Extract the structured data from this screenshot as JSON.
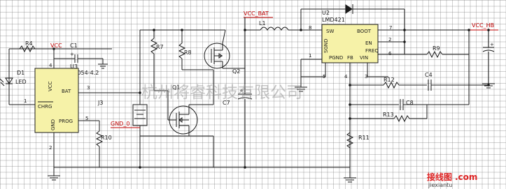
{
  "nets": {
    "vcc_bat": "VCC_BAT",
    "vcc_hb": "VCC_HB",
    "gnd_0": "GND_0",
    "vcc": "VCC"
  },
  "components": {
    "r4": "R4",
    "c1": "C1",
    "u3": "U3",
    "u3_part": "LTC4054-4.2",
    "d1": "D1",
    "d1_led": "LED",
    "r7": "R7",
    "r8": "R8",
    "q1": "Q1",
    "q2": "Q2",
    "j3": "J3",
    "r10": "R10",
    "c7": "C7",
    "l1": "L1",
    "u2": "U2",
    "u2_part": "LMD421",
    "r9": "R9",
    "c4": "C4",
    "r12": "R12",
    "c8": "C8",
    "r13": "R13",
    "r11": "R11"
  },
  "u3_pins": {
    "vcc": "VCC",
    "bat": "BAT",
    "chrg": "CHRG",
    "gnd": "GND",
    "prog": "PROG",
    "n4": "4",
    "n3": "3",
    "n1": "1",
    "n2": "2",
    "n5": "5"
  },
  "u2_pins": {
    "sw": "SW",
    "boot": "BOOT",
    "sgnd": "SGND",
    "pgnd": "PGND",
    "fb": "FB",
    "en": "EN",
    "vin": "VIN",
    "freq": "FREQ",
    "n8": "8",
    "n7": "7",
    "n1": "1",
    "n3": "3",
    "n5": "5",
    "n4": "4",
    "n2": "2",
    "n6": "6"
  },
  "watermark": "杭州将睿科技有限公司",
  "brand": {
    "cn": "接线图",
    "com": ".com",
    "sub": "jiexiantu"
  },
  "icons": [
    "ground-icon",
    "diode-icon",
    "led-icon",
    "mosfet-icon",
    "inductor-icon",
    "capacitor-icon",
    "resistor-icon"
  ]
}
